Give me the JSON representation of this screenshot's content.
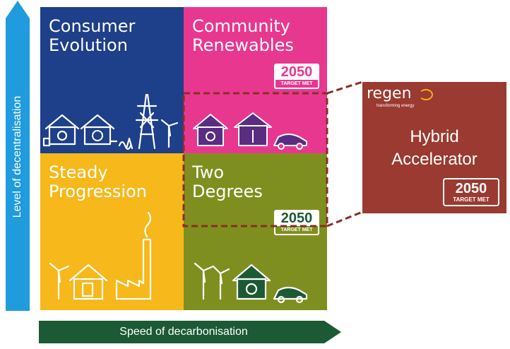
{
  "axes": {
    "y_label": "Level of decentralisation",
    "x_label": "Speed of decarbonisation"
  },
  "quadrants": {
    "consumer_evolution": {
      "line1": "Consumer",
      "line2": "Evolution"
    },
    "community_renewables": {
      "line1": "Community",
      "line2": "Renewables"
    },
    "steady_progression": {
      "line1": "Steady",
      "line2": "Progression"
    },
    "two_degrees": {
      "line1": "Two",
      "line2": "Degrees"
    }
  },
  "badges": {
    "community": {
      "year": "2050",
      "text": "TARGET MET"
    },
    "two_degrees": {
      "year": "2050",
      "text": "TARGET MET"
    }
  },
  "hybrid": {
    "logo": "regen",
    "logo_tagline": "transforming energy",
    "line1": "Hybrid",
    "line2": "Accelerator",
    "badge_year": "2050",
    "badge_text": "TARGET MET"
  },
  "colors": {
    "consumer": "#1e3f8a",
    "community": "#e8378f",
    "steady": "#f6b81a",
    "two_degrees": "#7f8f1f",
    "y_arrow": "#1f9bde",
    "x_arrow": "#1b5a34",
    "hybrid_box": "#9b3a30",
    "dash": "#8a2d25"
  }
}
